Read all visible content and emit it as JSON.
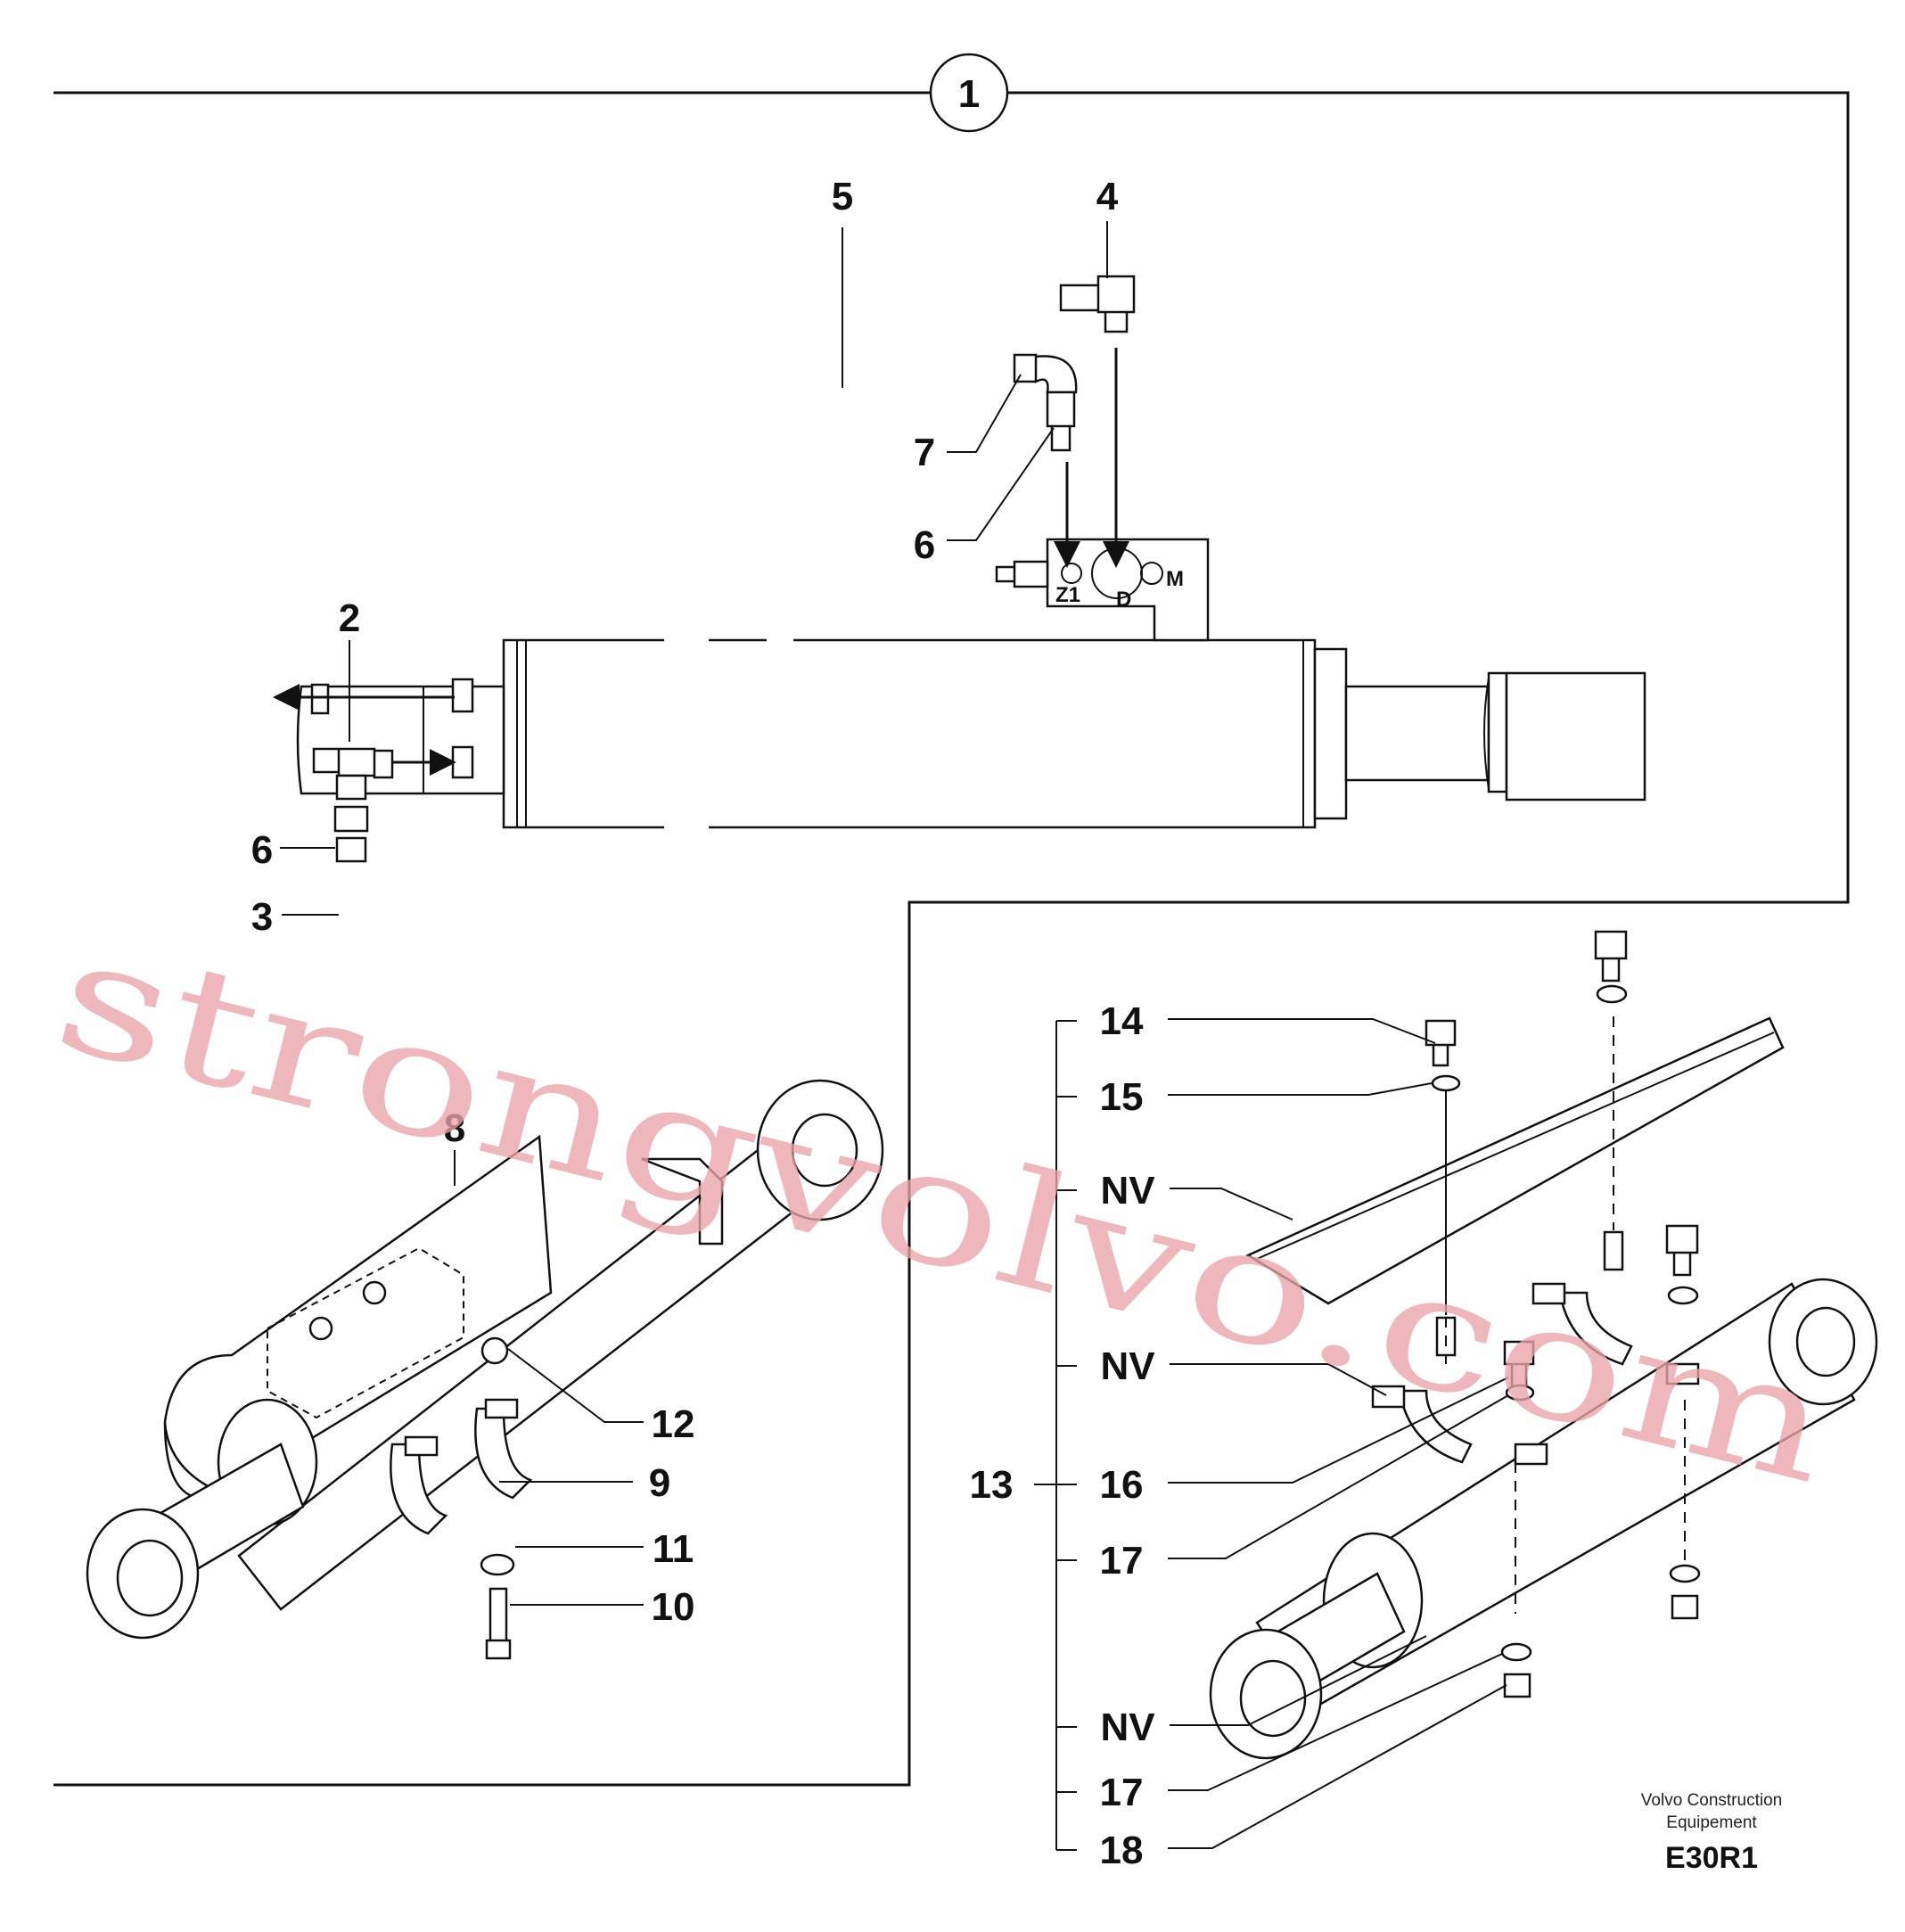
{
  "callouts": {
    "c1": "1",
    "c5": "5",
    "c4": "4",
    "c7": "7",
    "c6a": "6",
    "c2": "2",
    "c6b": "6",
    "c3": "3",
    "c8": "8",
    "c12": "12",
    "c9": "9",
    "c11": "11",
    "c10": "10",
    "c14": "14",
    "c15": "15",
    "nv1": "NV",
    "nv2": "NV",
    "c13": "13",
    "c16": "16",
    "c17a": "17",
    "nv3": "NV",
    "c17b": "17",
    "c18": "18"
  },
  "ports": {
    "z1": "Z1",
    "d": "D",
    "m": "M"
  },
  "footer": {
    "brand_line1": "Volvo Construction",
    "brand_line2": "Equipement",
    "code": "E30R1"
  },
  "watermark": "strongvolvo.com"
}
